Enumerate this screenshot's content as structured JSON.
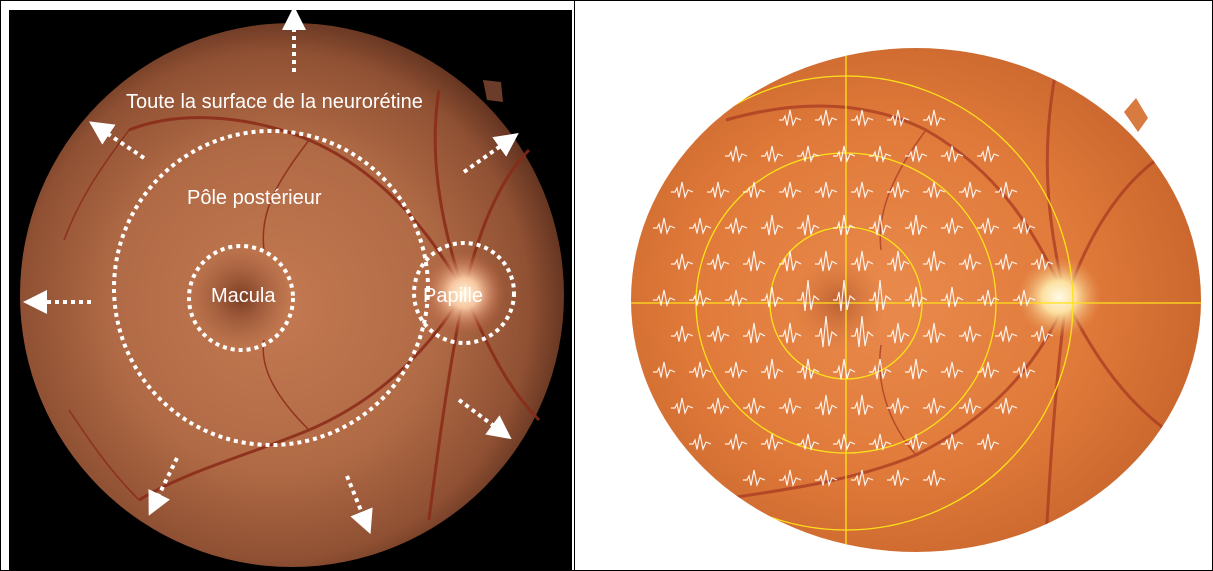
{
  "figure": {
    "left_panel": {
      "labels": {
        "surface": "Toute la surface de la neurorétine",
        "posterior_pole": "Pôle postérieur",
        "macula": "Macula",
        "papilla": "Papille"
      }
    },
    "right_panel": {
      "response_grid": {
        "rings": 3,
        "axes": 2,
        "waveform_count": 103
      }
    },
    "colors": {
      "fundus_orange": "#e07a3a",
      "fundus_dark": "#a0582f",
      "background_black": "#000000",
      "overlay_dashed": "#ffffff",
      "grid_yellow": "#ffe21a",
      "vessel_red": "#9a2b1a",
      "disc_bright": "#fff4c8"
    }
  }
}
